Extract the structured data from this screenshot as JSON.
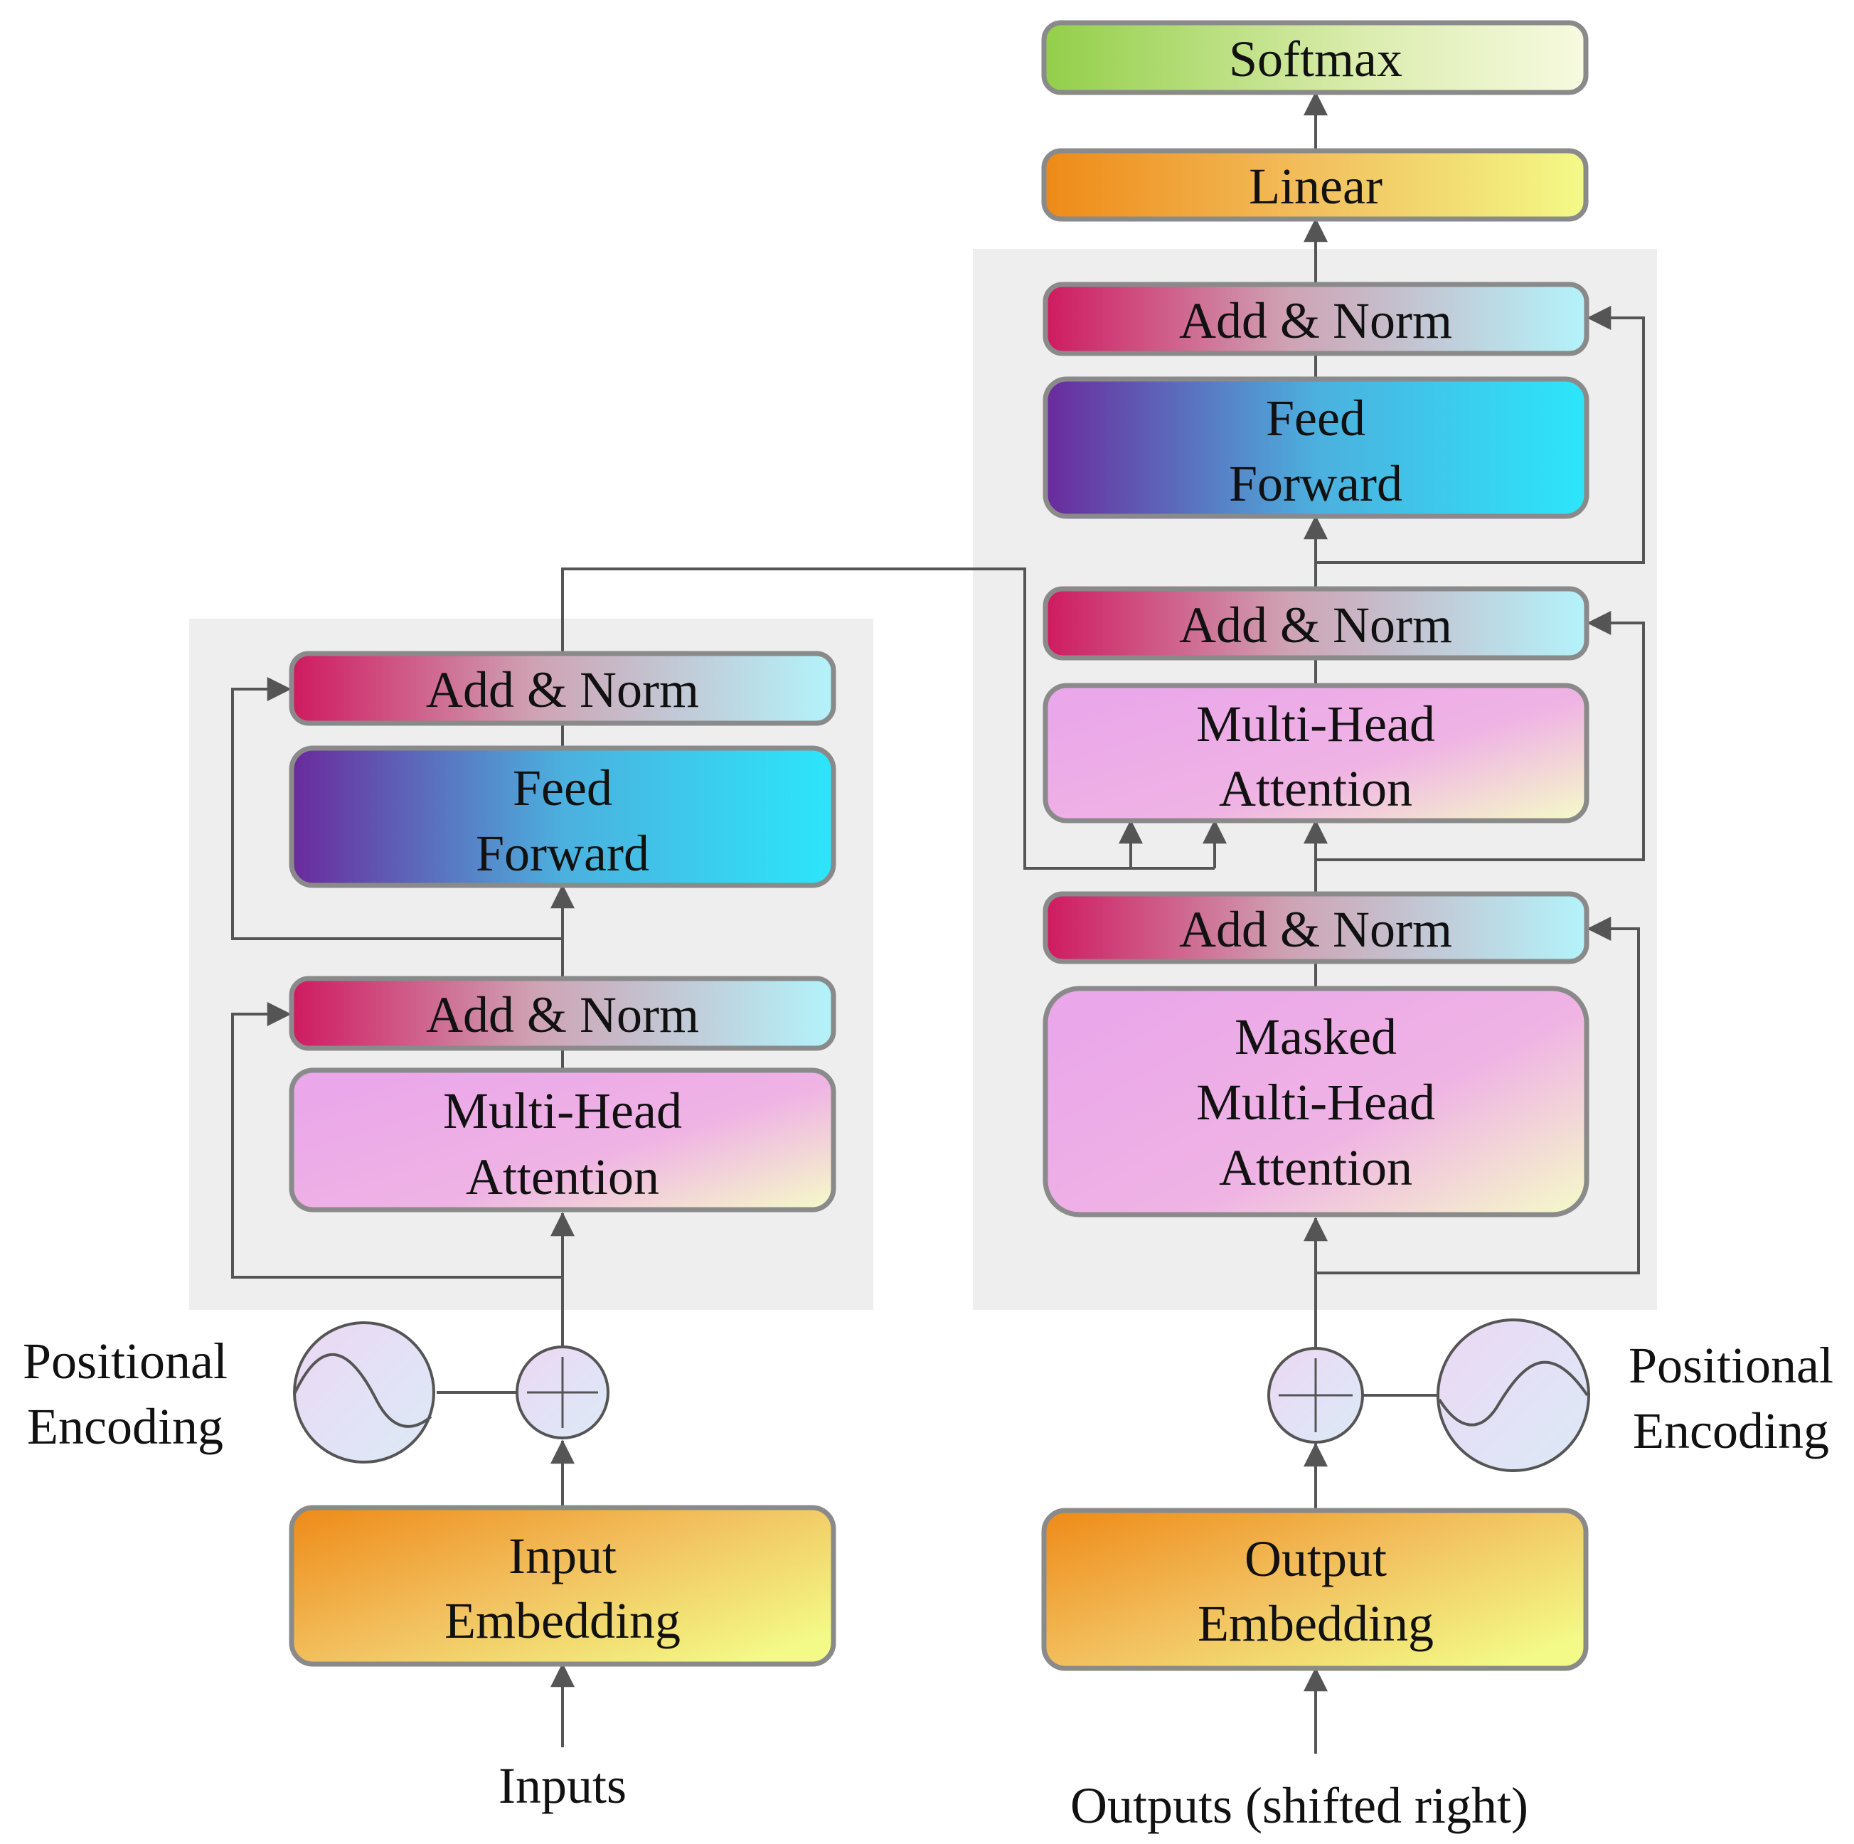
{
  "encoder": {
    "add_norm_top": "Add & Norm",
    "feed_forward": [
      "Feed",
      "Forward"
    ],
    "add_norm_bottom": "Add & Norm",
    "attention": [
      "Multi-Head",
      "Attention"
    ],
    "positional_encoding": [
      "Positional",
      "Encoding"
    ],
    "embedding": [
      "Input",
      "Embedding"
    ],
    "input_label": "Inputs"
  },
  "decoder": {
    "add_norm_top": "Add & Norm",
    "feed_forward": [
      "Feed",
      "Forward"
    ],
    "add_norm_middle": "Add & Norm",
    "cross_attention": [
      "Multi-Head",
      "Attention"
    ],
    "add_norm_bottom": "Add & Norm",
    "masked_attention": [
      "Masked",
      "Multi-Head",
      "Attention"
    ],
    "positional_encoding": [
      "Positional",
      "Encoding"
    ],
    "embedding": [
      "Output",
      "Embedding"
    ],
    "output_label": "Outputs (shifted right)"
  },
  "head": {
    "linear": "Linear",
    "softmax": "Softmax"
  },
  "colors": {
    "stack_background": "#eeeeee",
    "connector": "#555555",
    "box_border": "#8a8a8a"
  }
}
